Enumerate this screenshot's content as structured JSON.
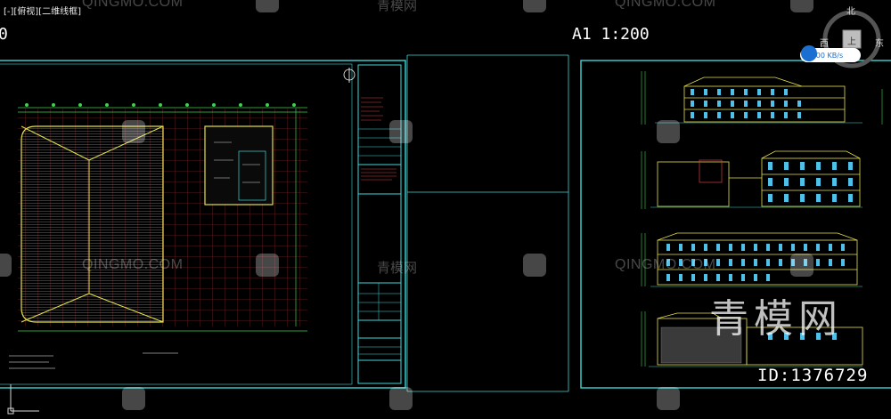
{
  "viewport": {
    "label": "[-][俯视][二维线框]"
  },
  "left_sheet": {
    "scale_fragment": "0"
  },
  "right_sheet": {
    "scale": "A1 1:200"
  },
  "compass": {
    "north": "北",
    "west": "西",
    "east": "东",
    "top": "上"
  },
  "network": {
    "speed": "200 KB/s"
  },
  "watermarks": {
    "latin": "QINGMO.COM",
    "cn": "青模网"
  },
  "overlay": {
    "brand_cn": "青模网",
    "id_text": "ID:1376729"
  },
  "colors": {
    "background": "#000000",
    "sheet_border": "#3fd6d6",
    "drawing_yellow": "#e6e04a",
    "grid_red": "#b8323a",
    "green": "#3fcf4f",
    "white": "#ffffff"
  }
}
